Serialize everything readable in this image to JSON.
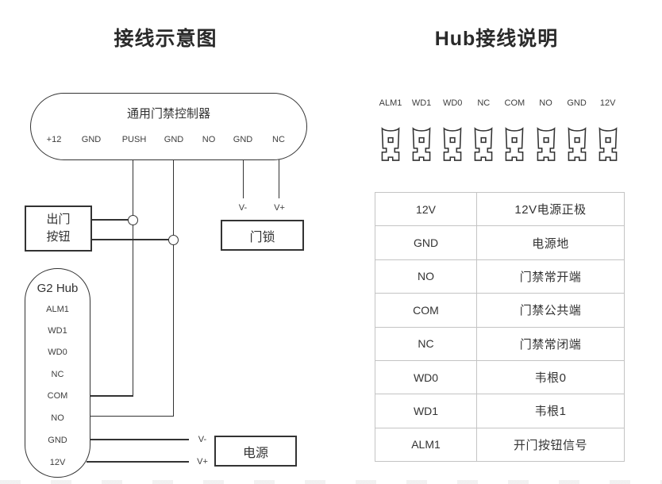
{
  "left": {
    "title": "接线示意图",
    "controller": {
      "label": "通用门禁控制器",
      "terminals": [
        "+12",
        "GND",
        "PUSH",
        "GND",
        "NO",
        "GND",
        "NC"
      ]
    },
    "exit_button": {
      "line1": "出门",
      "line2": "按钮"
    },
    "door_lock": {
      "label": "门锁",
      "v_minus": "V-",
      "v_plus": "V+"
    },
    "power": {
      "label": "电源",
      "v_minus": "V-",
      "v_plus": "V+"
    },
    "hub": {
      "label": "G2 Hub",
      "terminals": [
        "ALM1",
        "WD1",
        "WD0",
        "NC",
        "COM",
        "NO",
        "GND",
        "12V"
      ]
    }
  },
  "right": {
    "title": "Hub接线说明",
    "terminals": [
      "ALM1",
      "WD1",
      "WD0",
      "NC",
      "COM",
      "NO",
      "GND",
      "12V"
    ],
    "table": {
      "rows": [
        {
          "pin": "12V",
          "desc": "12V电源正极"
        },
        {
          "pin": "GND",
          "desc": "电源地"
        },
        {
          "pin": "NO",
          "desc": "门禁常开端"
        },
        {
          "pin": "COM",
          "desc": "门禁公共端"
        },
        {
          "pin": "NC",
          "desc": "门禁常闭端"
        },
        {
          "pin": "WD0",
          "desc": "韦根0"
        },
        {
          "pin": "WD1",
          "desc": "韦根1"
        },
        {
          "pin": "ALM1",
          "desc": "开门按钮信号"
        }
      ]
    }
  },
  "colors": {
    "line": "#333333",
    "table_border": "#c4c4c4",
    "text": "#333333"
  }
}
